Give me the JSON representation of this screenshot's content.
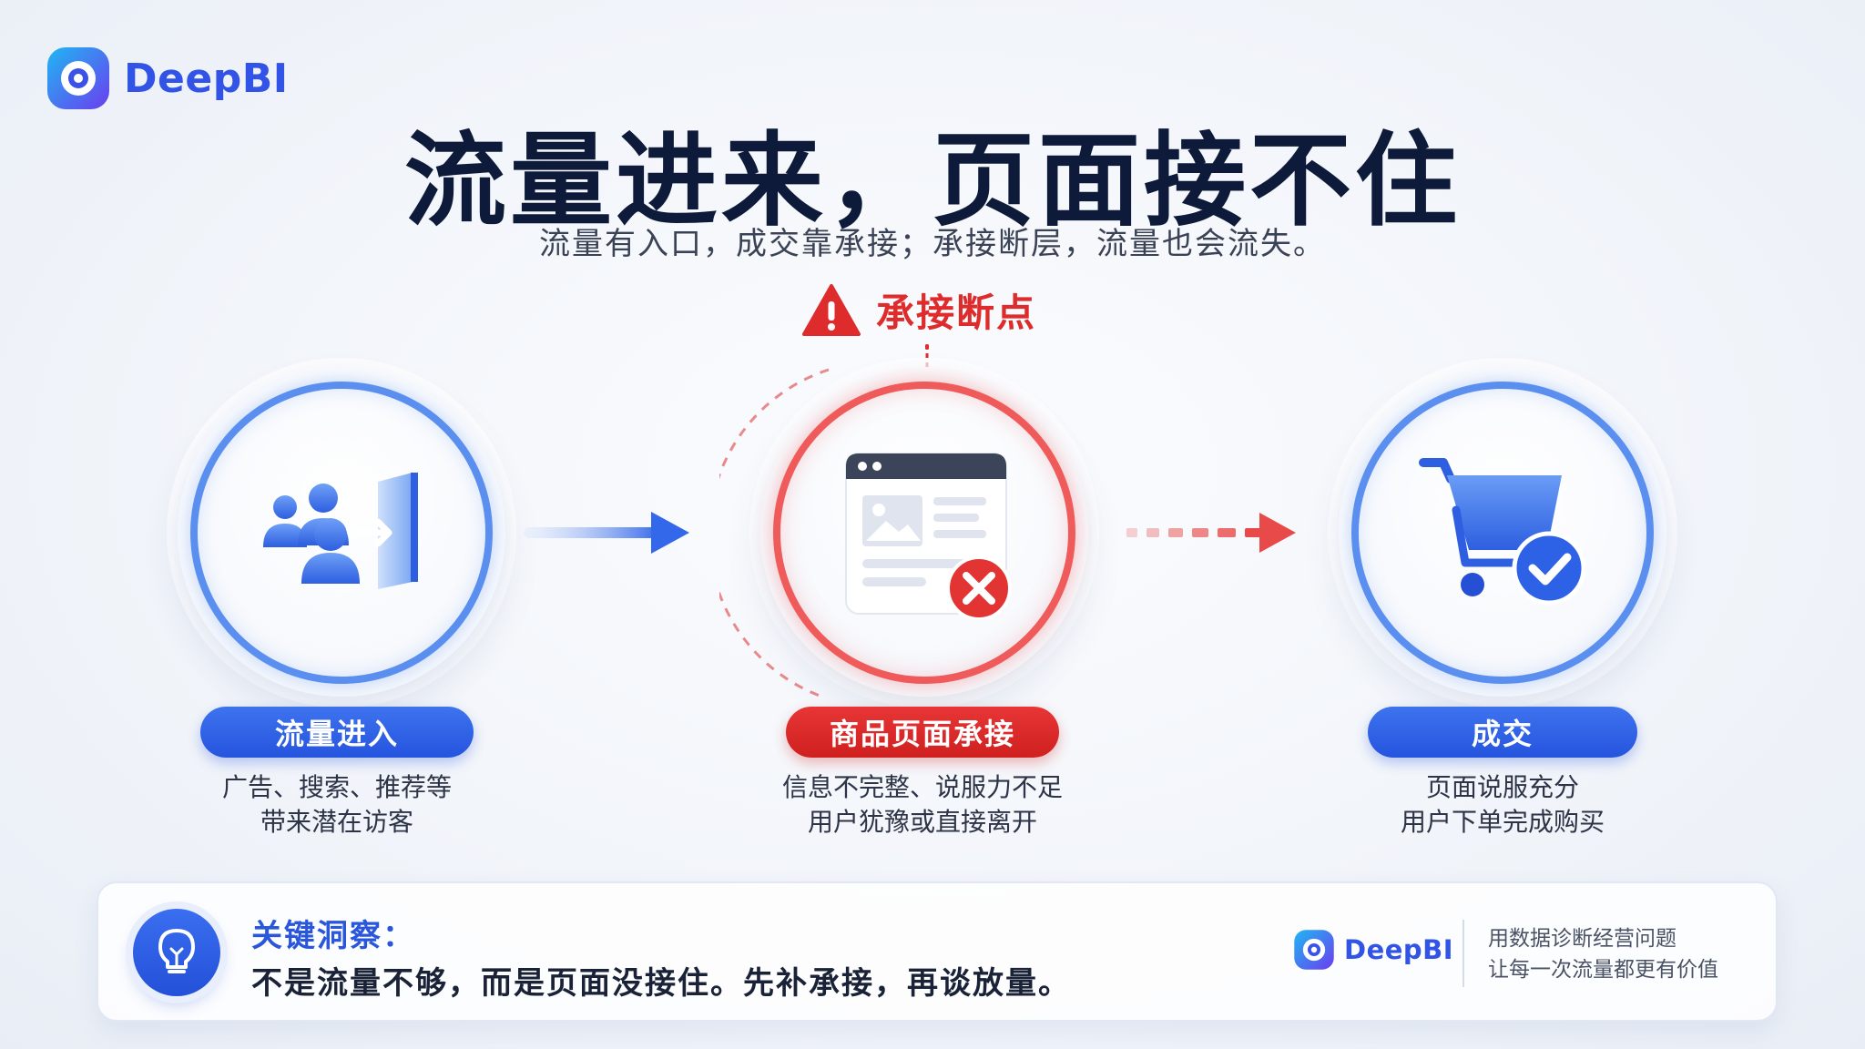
{
  "brand": {
    "name": "DeepBI"
  },
  "header": {
    "title": "流量进来，页面接不住",
    "subtitle": "流量有入口，成交靠承接；承接断层，流量也会流失。"
  },
  "alert": {
    "label": "承接断点",
    "icon": "warning-triangle-icon",
    "color": "#de2c2c"
  },
  "steps": [
    {
      "label": "流量进入",
      "icon": "users-enter-door-icon",
      "desc_line1": "广告、搜索、推荐等",
      "desc_line2": "带来潜在访客",
      "color": "#2f62e6"
    },
    {
      "label": "商品页面承接",
      "icon": "webpage-error-icon",
      "desc_line1": "信息不完整、说服力不足",
      "desc_line2": "用户犹豫或直接离开",
      "color": "#d92424"
    },
    {
      "label": "成交",
      "icon": "cart-check-icon",
      "desc_line1": "页面说服充分",
      "desc_line2": "用户下单完成购买",
      "color": "#2f62e6"
    }
  ],
  "insight": {
    "label": "关键洞察：",
    "text": "不是流量不够，而是页面没接住。先补承接，再谈放量。",
    "brand_name": "DeepBI",
    "slogan_line1": "用数据诊断经营问题",
    "slogan_line2": "让每一次流量都更有价值"
  }
}
